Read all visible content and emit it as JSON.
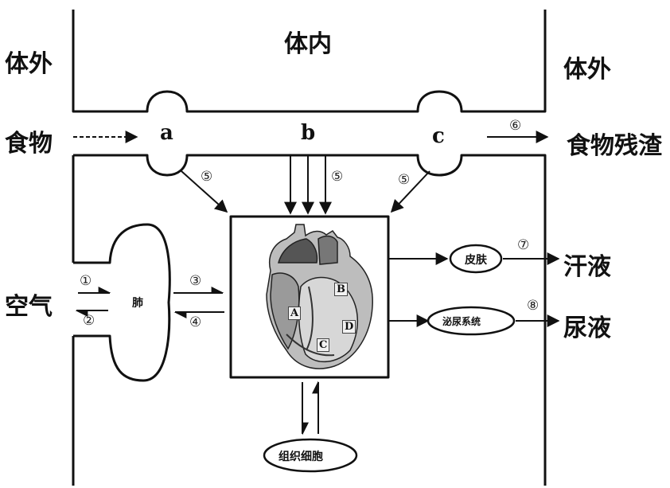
{
  "labels": {
    "outside_left": "体外",
    "inside": "体内",
    "outside_right": "体外",
    "food": "食物",
    "food_residue": "食物残渣",
    "air": "空气",
    "lung": "肺",
    "sweat": "汗液",
    "urine": "尿液",
    "skin": "皮肤",
    "urinary_system": "泌尿系统",
    "tissue_cells": "组织细胞"
  },
  "points": {
    "a": "a",
    "b": "b",
    "c": "c"
  },
  "heart_chambers": {
    "A": "A",
    "B": "B",
    "C": "C",
    "D": "D"
  },
  "steps": {
    "s1": "①",
    "s2": "②",
    "s3": "③",
    "s4": "④",
    "s5": "⑤",
    "s6": "⑥",
    "s7": "⑦",
    "s8": "⑧"
  }
}
